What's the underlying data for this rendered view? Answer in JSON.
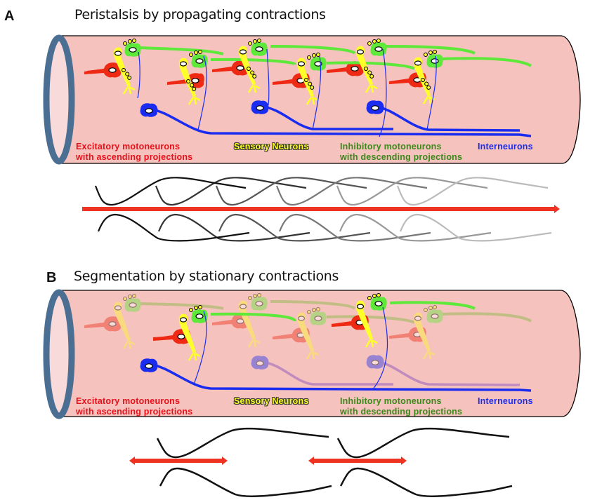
{
  "panels": [
    {
      "letter": "A",
      "title": "Peristalsis by propagating contractions",
      "labels": {
        "excitatory": [
          "Excitatory motoneurons",
          "with ascending projections"
        ],
        "sensory": "Sensory Neurons",
        "inhibitory": [
          "Inhibitory motoneurons",
          "with descending projections"
        ],
        "interneurons": "Interneurons"
      },
      "wave_pattern": "propagating",
      "wave_count": 6,
      "arrow": "unidirectional-right"
    },
    {
      "letter": "B",
      "title": "Segmentation by stationary contractions",
      "labels": {
        "excitatory": [
          "Excitatory motoneurons",
          "with ascending projections"
        ],
        "sensory": "Sensory Neurons",
        "inhibitory": [
          "Inhibitory motoneurons",
          "with descending projections"
        ],
        "interneurons": "Interneurons"
      },
      "wave_pattern": "stationary",
      "wave_count": 2,
      "arrow": "bidirectional"
    }
  ],
  "colors": {
    "gut_fill": "#f5c2bd",
    "gut_ring": "#4b6e93",
    "gut_lumen": "#f9dada",
    "excitatory": "#ee2a14",
    "sensory": "#ffff2a",
    "inhibitory": "#5ee83a",
    "interneuron": "#1a2cf0",
    "arrow": "#ee3322"
  }
}
